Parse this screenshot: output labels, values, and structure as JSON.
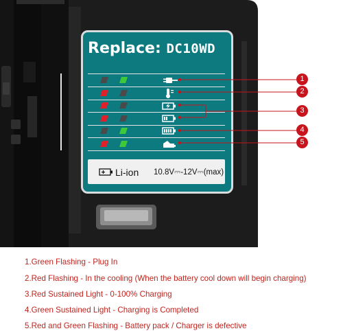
{
  "panel": {
    "brand": "Replace:",
    "model": "DC10WD",
    "battery_type": "Li-ion",
    "voltage": "10.8V⎓-12V⎓(max)"
  },
  "callouts": [
    "1",
    "2",
    "3",
    "4",
    "5"
  ],
  "notes": [
    "1.Green Flashing - Plug In",
    "2.Red Flashing - In the cooling (When the battery cool down will begin charging)",
    "3.Red Sustained Light - 0-100% Charging",
    "4.Green Sustained Light - Charging is Completed",
    "5.Red and Green Flashing - Battery pack / Charger is defective"
  ],
  "colors": {
    "panel_teal": "#0d7a80",
    "callout_red": "#c8141c",
    "note_red": "#c0241e",
    "led_red": "#e0202a",
    "led_green": "#3ec93a",
    "housing": "#1c1c1c"
  },
  "icons": [
    "plug-icon",
    "thermometer-icon",
    "charging-battery-icon",
    "battery-half-icon",
    "battery-full-icon",
    "fault-battery-icon"
  ]
}
